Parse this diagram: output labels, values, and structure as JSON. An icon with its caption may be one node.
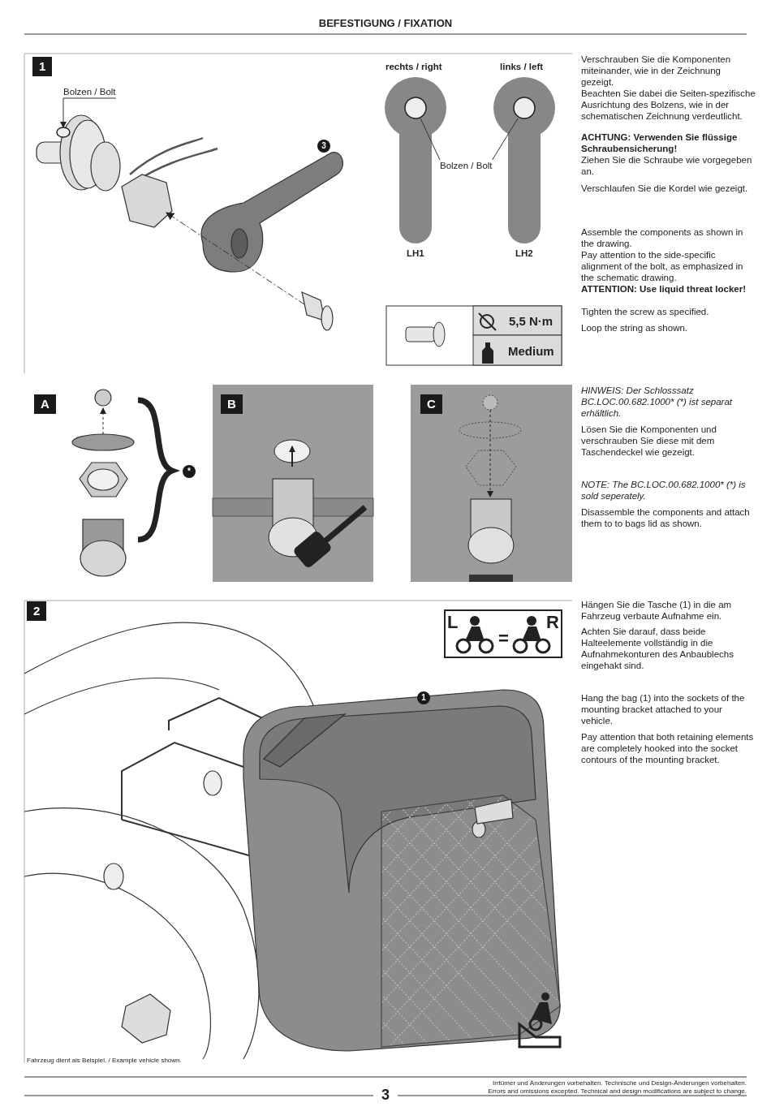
{
  "diagram": {
    "title": "BEFESTIGUNG / FIXATION",
    "nodes": [
      {
        "text": [
          "Bolzen / Bolt"
        ]
      },
      {
        "text": [],
        "shape": "circle"
      },
      {
        "text": [
          "Bolzen / Bolt"
        ]
      },
      {
        "text": [],
        "shape": "circle"
      },
      {
        "text": [],
        "shape": "circle"
      }
    ],
    "edges": [
      {
        "from": 0,
        "to": 1,
        "arrow": "to"
      },
      {
        "from": 2,
        "to": 3,
        "arrow": "none"
      },
      {
        "from": 2,
        "to": 4,
        "arrow": "none"
      }
    ],
    "labels": [
      "1",
      "3",
      "rechts / right",
      "links / left",
      "LH1",
      "LH2",
      "5,5 N·m",
      "Medium",
      "Verschrauben Sie die Komponenten miteinander, wie in der Zeichnung gezeigt.",
      "Beachten Sie dabei die Seiten-spezifische Ausrichtung des Bolzens, wie in der schematischen Zeichnung verdeutlicht.",
      "ACHTUNG: Verwenden Sie flüssige Schraubensicherung!",
      "Ziehen Sie die Schraube wie vorgegeben an.",
      "Verschlaufen Sie die Kordel wie gezeigt.",
      "Assemble the components as shown in the drawing.",
      "Pay attention to the side-specific alignment of the bolt, as emphasized in the schematic drawing.",
      "ATTENTION: Use liquid threat locker!",
      "Tighten the screw as specified.",
      "Loop the string as shown.",
      "A",
      "*",
      "B",
      "C",
      "HINWEIS: Der Schlosssatz BC.LOC.00.682.1000* (*) ist separat erhältlich.",
      "Lösen Sie die Komponenten und verschrauben Sie diese mit dem Taschendeckel wie gezeigt.",
      "NOTE: The BC.LOC.00.682.1000* (*) is sold seperately.",
      "Disassemble the components and attach them to to bags lid as shown.",
      "2",
      "L",
      "=",
      "R",
      "1",
      "Hängen Sie die Tasche (1) in die am Fahrzeug verbaute Aufnahme ein.",
      "Achten Sie darauf, dass beide Halteelemente vollständig in die Aufnahmekonturen des Anbaublechs eingehakt sind.",
      "Hang the bag (1) into the sockets of the mounting bracket attached to your vehicle.",
      "Pay attention that both retaining elements are completely hooked into the socket contours of the mounting bracket.",
      "Fahrzeug dient als Beispiel. / Example vehicle shown.",
      "Irrtümer und Änderungen vorbehalten. Technische und Design-Änderungen vorbehalten.",
      "Errors and omissions excepted. Technical and design modifications are subject to change.",
      "3"
    ]
  }
}
